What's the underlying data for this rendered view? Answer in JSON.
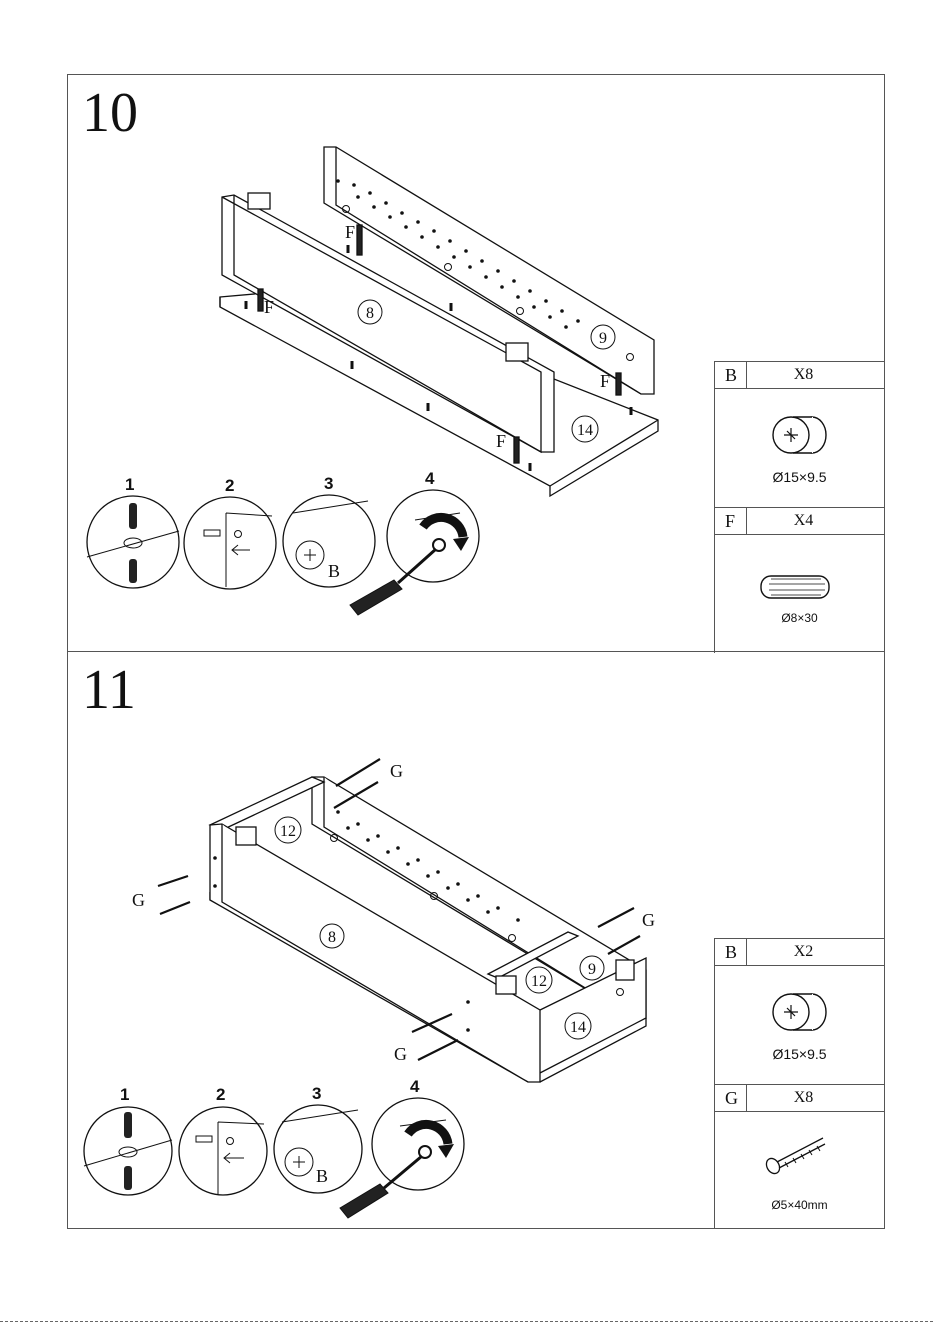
{
  "step10": {
    "number": "10",
    "panel_labels": [
      "8",
      "9",
      "14"
    ],
    "callouts": [
      "F",
      "F",
      "F",
      "F"
    ],
    "sub_steps": [
      "1",
      "2",
      "3",
      "4"
    ],
    "sub_step_letter": "B",
    "parts": [
      {
        "code": "B",
        "qty": "X8",
        "dim": "Ø15×9.5",
        "icon": "cam-lock-icon"
      },
      {
        "code": "F",
        "qty": "X4",
        "dim": "Ø8×30",
        "icon": "wooden-dowel-icon"
      }
    ]
  },
  "step11": {
    "number": "11",
    "panel_labels": [
      "12",
      "8",
      "12",
      "9",
      "14"
    ],
    "callouts": [
      "G",
      "G",
      "G",
      "G"
    ],
    "sub_steps": [
      "1",
      "2",
      "3",
      "4"
    ],
    "sub_step_letter": "B",
    "parts": [
      {
        "code": "B",
        "qty": "X2",
        "dim": "Ø15×9.5",
        "icon": "cam-lock-icon"
      },
      {
        "code": "G",
        "qty": "X8",
        "dim": "Ø5×40mm",
        "icon": "screw-icon"
      }
    ]
  }
}
